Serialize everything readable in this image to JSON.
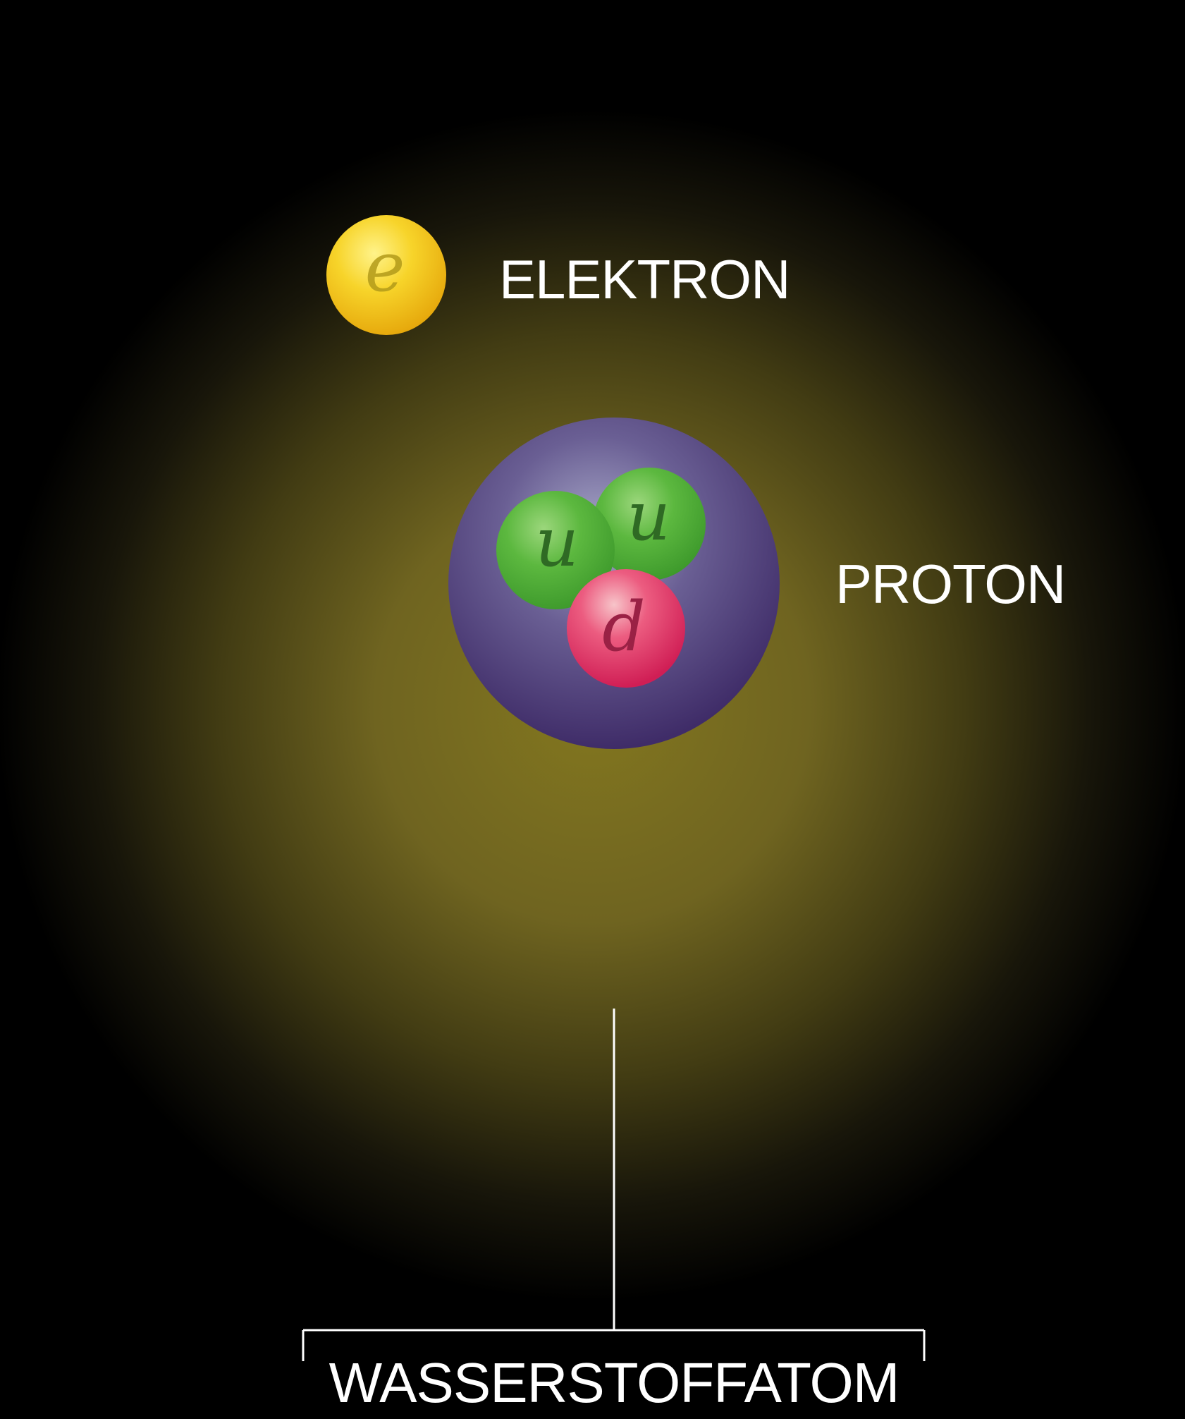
{
  "diagram": {
    "title": "WASSERSTOFFATOM",
    "electron": {
      "label": "ELEKTRON",
      "symbol": "e",
      "color": "#f2c21a"
    },
    "proton": {
      "label": "PROTON",
      "color": "#4e3a78",
      "quarks": [
        {
          "symbol": "u",
          "color": "#4fb338"
        },
        {
          "symbol": "u",
          "color": "#4fb338"
        },
        {
          "symbol": "d",
          "color": "#e0255f"
        }
      ]
    },
    "cloud_color": "#7e7222",
    "background": "#000000",
    "line_color": "#ffffff"
  }
}
